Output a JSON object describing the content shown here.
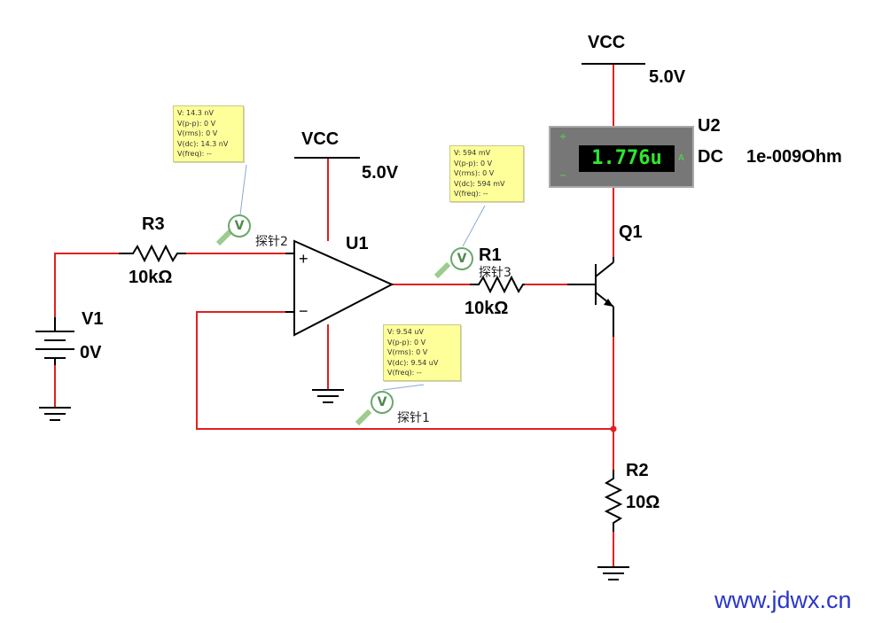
{
  "components": {
    "vcc_top": {
      "name": "VCC",
      "value": "5.0V"
    },
    "vcc_mid": {
      "name": "VCC",
      "value": "5.0V"
    },
    "r3": {
      "name": "R3",
      "value": "10kΩ"
    },
    "r1": {
      "name": "R1",
      "value": "10kΩ"
    },
    "r2": {
      "name": "R2",
      "value": "10Ω"
    },
    "v1": {
      "name": "V1",
      "value": "0V"
    },
    "u1": {
      "name": "U1",
      "plus": "+",
      "minus": "−"
    },
    "q1": {
      "name": "Q1"
    },
    "u2": {
      "name": "U2",
      "mode": "DC",
      "resistance": "1e-009Ohm",
      "reading": "1.776u",
      "plus": "+",
      "minus": "−",
      "unit_mark": "A"
    }
  },
  "probes": [
    {
      "name": "探针2",
      "icon": "voltmeter-probe-icon",
      "symbol": "V",
      "readings": [
        "V: 14.3 nV",
        "V(p-p): 0 V",
        "V(rms): 0 V",
        "V(dc): 14.3 nV",
        "V(freq): --"
      ]
    },
    {
      "name": "探针3",
      "icon": "voltmeter-probe-icon",
      "symbol": "V",
      "readings": [
        "V: 594 mV",
        "V(p-p): 0 V",
        "V(rms): 0 V",
        "V(dc): 594 mV",
        "V(freq): --"
      ]
    },
    {
      "name": "探针1",
      "icon": "voltmeter-probe-icon",
      "symbol": "V",
      "readings": [
        "V: 9.54 uV",
        "V(p-p): 0 V",
        "V(rms): 0 V",
        "V(dc): 9.54 uV",
        "V(freq): --"
      ]
    }
  ],
  "watermark": "www.jdwx.cn",
  "colors": {
    "wire": "#e02020",
    "component": "#000000",
    "tooltip": "#ffff99",
    "probe": "#6aa86a",
    "meter_text": "#2ee82e",
    "watermark": "#2a36c8"
  }
}
